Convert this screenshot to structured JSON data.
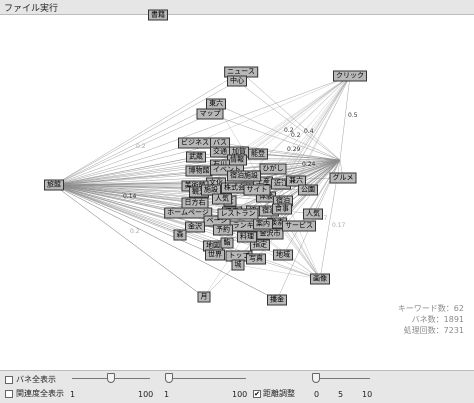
{
  "menu": {
    "file": "ファイル",
    "run": "実行"
  },
  "graph": {
    "nodes": [
      "書籍",
      "ニュース",
      "中心",
      "クリック",
      "東六",
      "マップ",
      "ビジネス",
      "バス",
      "交通",
      "加賀",
      "能登",
      "武蔵",
      "情報",
      "石川",
      "博物館",
      "イベント",
      "ひがし",
      "文化",
      "美術館",
      "株式会社",
      "土産",
      "近江",
      "兼六",
      "公園",
      "観光",
      "日方右",
      "光",
      "体験",
      "ホームページ",
      "ページ",
      "金沢",
      "森",
      "地図",
      "鮨",
      "世界",
      "トップ",
      "城",
      "指定",
      "金沢市",
      "検索",
      "ランキング",
      "地域",
      "月",
      "播金",
      "画像",
      "料理",
      "温泉",
      "紹介",
      "宿泊",
      "グルメ",
      "宿泊",
      "施設",
      "サイト",
      "宿泊施設",
      "予約",
      "案内",
      "写真",
      "人気",
      "レストラン",
      "旅館",
      "食事",
      "サービス",
      "人気"
    ],
    "edge_labels": [
      "0.5",
      "0.2",
      "0.2",
      "0.29",
      "0.24",
      "0.4",
      "0.14",
      "0.17",
      "0.17",
      "0.2",
      "0.2"
    ]
  },
  "stats": {
    "keywords": "キーワード数：62",
    "springs": "バネ数：1891",
    "iterations": "処理回数：7231"
  },
  "controls": {
    "spring_all_label": "バネ全表示",
    "relevance_all_label": "関連度全表示",
    "auto_adjust_label": "距離調整",
    "slider1": {
      "min": "1",
      "max": "100",
      "value": 0.5
    },
    "slider2": {
      "min": "1",
      "max": "100",
      "value": 0.04
    },
    "slider3": {
      "min": "0",
      "mid": "5",
      "max": "10",
      "value": 0.0
    }
  },
  "colors": {
    "node_fill": "#b8b8b8",
    "edge": "#8c8c8c",
    "panel": "#e7e7e7"
  }
}
